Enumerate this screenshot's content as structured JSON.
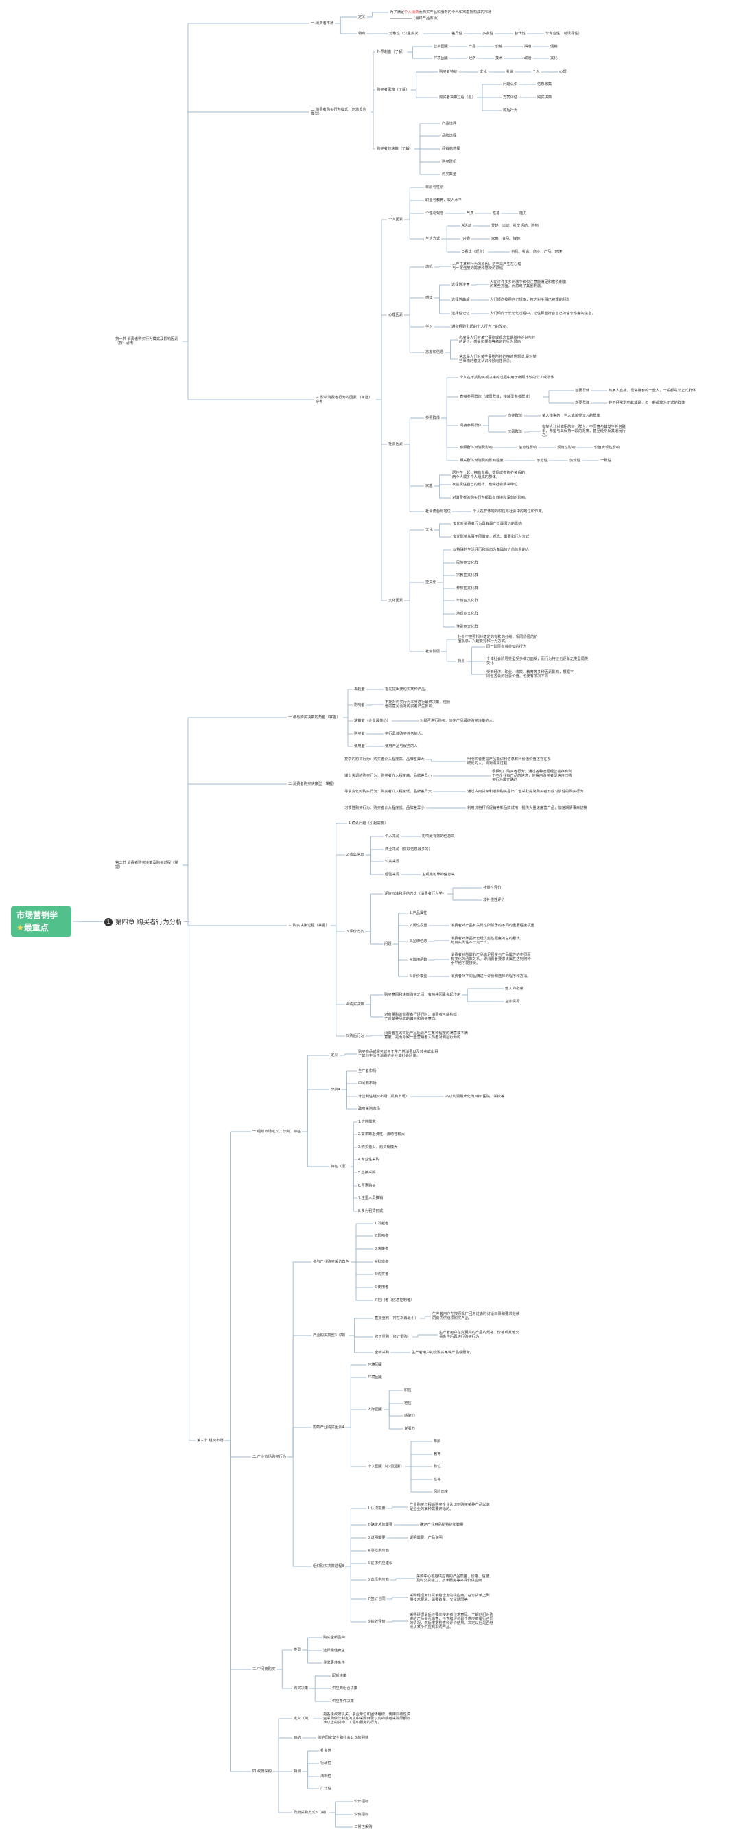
{
  "root": {
    "line1": "市场营销学",
    "line2": "最重点",
    "star_icon": "star-icon"
  },
  "chapter": {
    "num": "1",
    "label": "第四章 购买者行为分析"
  },
  "colors": {
    "root": "#52c08a",
    "lines": "#9fb8cf",
    "highlight": "#e53935"
  },
  "nodes": {
    "s1": "第一节 消费者购买行为模式及影响因素（按）必考",
    "s1a": "一.消费者市场",
    "s1a1": "定义",
    "s1a1t_pre": "为了满足",
    "s1a1t_hl": "个人消费",
    "s1a1t_post": "而购买产品和服务的个人和家庭所构成的市场",
    "s1a1t2": "——————（最终产品市场）",
    "s1a2": "特点",
    "s1a2a": "分散性（少量多次）",
    "s1a2b": "差异性",
    "s1a2c": "多变性",
    "s1a2d": "替代性",
    "s1a2e": "非专业性（可诱导性）",
    "s1b": "二.消费者购买行为模式（刺激反应模型）",
    "s1b1": "外界刺激（了解）",
    "s1b1a": "营销因素",
    "s1b1a1": "产品",
    "s1b1a2": "价格",
    "s1b1a3": "渠道",
    "s1b1a4": "促销",
    "s1b1b": "环境因素",
    "s1b1b1": "经济",
    "s1b1b2": "技术",
    "s1b1b3": "政治",
    "s1b1b4": "文化",
    "s1b2": "购买者黑箱（了解）",
    "s1b2a": "购买者特征",
    "s1b2a1": "文化",
    "s1b2a2": "社会",
    "s1b2a3": "个人",
    "s1b2a4": "心理",
    "s1b2b": "购买者决策过程（很）",
    "s1b2b1": "问题认识",
    "s1b2b2": "信息收集",
    "s1b2b3": "方案评估",
    "s1b2b4": "购买决策",
    "s1b2b5": "购后行为",
    "s1b3": "购买者的决策（了解）",
    "s1b3a": "产品选择",
    "s1b3b": "品牌选择",
    "s1b3c": "经销商选择",
    "s1b3d": "购买时机",
    "s1b3e": "购买数量",
    "s1c": "三.影响消费者行为的因素 （单选）必考",
    "p1": "个人因素",
    "p1a": "年龄与性别",
    "p1b": "职业与教育、收入水平",
    "p1c": "个性与观念",
    "p1c1": "气质",
    "p1c2": "性格",
    "p1c3": "能力",
    "p1d": "生活方式",
    "p1d1": "A活动",
    "p1d1t": "爱好、运动、社交活动、购物",
    "p1d2": "I兴趣",
    "p1d2t": "家庭、食品、媒体",
    "p1d3": "O看法（观点）",
    "p1d3t": "自我、社会、商业、产品、环境",
    "p2": "心理因素",
    "p2a": "动机",
    "p2at": "人产生某种行为的原因。这些是产生在心理与一定强度的需要和感受的欲结",
    "p2b": "感知",
    "p2b1": "选择性注意",
    "p2b1t": "人在许许多多刺激中仅仅注意能满足和愉悦刺激的某些方面，而忽略了其他刺激。",
    "p2b2": "选择性曲解",
    "p2b2t": "人们倾向按照自己想象，按之对手段已被理的倾向",
    "p2b3": "选择性记忆",
    "p2b3t": "人们倾向于长记忆过程中，记住那些符合自己的信念态度的信息。",
    "p2c": "学习",
    "p2ct": "通指经验引起的个人行为上的改变。",
    "p2d": "态度和信念",
    "p2d1": "态度是人们对某个事物或观念长期所持的好与坏的评价、感受和倾向等稳定的行为倾向",
    "p2d2": "信念是人们对某些事物所持的描述性想法,是对某些事物的稳定认识和倾向性评价。",
    "p3": "社会因素",
    "p3a": "参照群体",
    "p3a0": "个人在形成购买或决策的过程中用于参照比较的个人或群体",
    "p3a1": "直接参照群体（成员群体，接触型参考群体）",
    "p3a1a": "首要群体",
    "p3a1at": "与某人直接、经常接触的一些人，一般都是非正式群体",
    "p3a1b": "次要群体",
    "p3a1bt": "并不经常影响其或是，但一般都较为正式的群体",
    "p3a2": "间接参照群体",
    "p3a2a": "向往群体",
    "p3a2at": "某人推崇的一些人或希望加入的群体",
    "p3a2b": "厌恶群体",
    "p3a2bt": "指某人让对或拒的好一群人，不愿意与其发生任何联系，希望与其保持一段的距离，甚至经常反其道而行之。",
    "p3a3": "参照群体对消费影响",
    "p3a3a": "信息性影响",
    "p3a3b": "规范性影响",
    "p3a3c": "价值表现性影响",
    "p3a4": "相关群体对消费的影响程度",
    "p3a4a": "示范性",
    "p3a4b": "仿效性",
    "p3a4c": "一致性",
    "p3b": "家庭",
    "p3b1": "居住在一起，拥有血缘、婚姻或者抚养关系的两个人或多个人组成的群体。",
    "p3b2": "家庭责任自己的模样，也受社会期来带位",
    "p3b3": "对消费者的购买行为都具有直接和深刻的影响。",
    "p3c": "社会角色与地位",
    "p3ct": "个人在群体地的职位与社会中的地位和作用。",
    "p4": "文化因素",
    "p4a": "文化",
    "p4a1": "文化对消费者行为具有最广泛最深远的影响",
    "p4a2": "文化影响从事不同做面、观念、需要和行为方式",
    "p4b": "亚文化",
    "p4b0": "以特殊的生活经历和状态为基础的价值体系的人",
    "p4b1": "民族亚文化群",
    "p4b2": "宗教亚文化群",
    "p4b3": "种族亚文化群",
    "p4b4": "年龄亚文化群",
    "p4b5": "地理亚文化群",
    "p4b6": "性别亚文化群",
    "p4c": "社会阶层",
    "p4c0": "社会中按照相对稳定的有秩的分级，相同阶层的价值观念，兴趣爱好和行为方式。",
    "p4c1": "特点",
    "p4c1a": "同一阶层有着类似的行为",
    "p4c1b": "个体社会阶层类型受多维方面受，而行为特征也逐渐之类型局类变化",
    "p4c1c": "受到经济、职业、收效、教育等多种因素影响，根据不同但各会的社会价值，也要有依次不同",
    "s2": "第二节 消费者购买决策及购买过程（掌握）",
    "s2a": "一.参与购买决策的角色（掌握）",
    "s2a1": "发起者",
    "s2a1t": "首先提出要购买某种产品。",
    "s2a2": "影响者",
    "s2a2t": "不能对购买行为本身进行最终决策，但就他的意见会对购买者产生影响。",
    "s2a3": "决策者（企业最关心）",
    "s2a3t": "对是否进行购买、决定产品最终购买决策的人。",
    "s2a4": "购买者",
    "s2a4t": "执行具体购买任务的人。",
    "s2a5": "使用者",
    "s2a5t": "使用产品与服务的人",
    "s2b": "二.消费者购买决策型（掌握）",
    "s2b1": "复杂的购买行为：购买者介入程度高、品牌差异大",
    "s2b1t": "明明买者要提产品能识利信息有利价值价值还存在系统论的人，则对购买过程",
    "s2b2": "减少失调的购买行为：购买者介入程度高、品牌差异小",
    "s2b2t": "很相似厂购买者行为；通过各种途径经营能存有利于不企业有产品的信息，使得用购买者坚信自己购买行为需正确的",
    "s2b3": "寻求变化的购买行为：购买者介入程度低、品牌差异大",
    "s2b3t": "通过占用货架和道聊购买品出广告采取提简购买者形成习惯性的购买行为",
    "s2b4": "习惯性购买行为：购买者介入程度低、品牌差异小",
    "s2b4t": "利用价格打折促销等新品牌试用，提供大量速度营产品，加速期情事来切换",
    "s2c": "三.购买决策过程（掌握）",
    "s2c1": "1.确认问题（引起需要）",
    "s2c2": "2.收集信息",
    "s2c2a": "个人来源",
    "s2c2at": "影响最有效的信息来",
    "s2c2b": "商业来源（获取信息最多的）",
    "s2c2c": "公共来源",
    "s2c2d": "经验来源",
    "s2c2dt": "主观最可靠的信息来",
    "s2c3": "3.评价方案",
    "s2c3a": "评估标准和评估方法（消费者行为学）",
    "s2c3a1": "补偿性评价",
    "s2c3a2": "非补偿性评价",
    "s2c3b": "问题",
    "s2c3b1": "1.产品属性",
    "s2c3b2": "2.属性权重",
    "s2c3b2t": "消费者对产品有关属性所赋予的不同的重要程度权重",
    "s2c3b3": "3.品牌信念",
    "s2c3b3t": "消费者对某品牌已经优劣性程度的总的看法。与真实属性不一定一样。",
    "s2c3b4": "4.效用函数",
    "s2c3b4t": "消费者对所需的产品满足程度与产品属性的不同而有变化的函数关系。即消费者要求该属性达到何种水平他才能接受。",
    "s2c3b5": "5.评价模型",
    "s2c3b5t": "消费者对不同品牌进行评价和选择的程序和方法。",
    "s2c4": "4.购买决策",
    "s2c4a": "购买意图和决策购买之间，有两种因素会起作用",
    "s2c4a1": "他人的态度",
    "s2c4a2": "意外情况",
    "s2c4b": "对商量购的消费者行评行时，消费者可能构成了对某种品牌的偏好和购买意向。",
    "s2c5": "5.购后行为",
    "s2c5t": "消费者在购买后产品后会产生某种程度的满意或不满意度，是而导致一些营销者人员者对购后行为的",
    "s3": "第三节 组织市场",
    "s3a": "一.组织市场定义、分类、特征",
    "s3a1": "定义",
    "s3a1t": "购买商品或服务以用于生产性消费以及转卖或出租于其他生活性消费的企业或社会团体。",
    "s3a2": "分类4",
    "s3a2a": "生产者市场",
    "s3a2b": "中间商市场",
    "s3a2c": "非营利性组织市场（机构市场）",
    "s3a2ct": "不以利润最大化为目标 医院、学校等",
    "s3a2d": "政府采购市场",
    "s3a3": "特征（很）",
    "s3a3a": "1.仿冲需求",
    "s3a3b": "2.需求缺乏弹性，波动性较大",
    "s3a3c": "3.购买者少，购买规模大",
    "s3a3d": "4.专业性采购",
    "s3a3e": "5.直接采购",
    "s3a3f": "6.互惠购买",
    "s3a3g": "7.注重人员推销",
    "s3a3h": "8.多为租赁形式",
    "s3b": "二.产业市场购买行为",
    "s3b1": "参与产业购买采访角色",
    "s3b1a": "1.发起者",
    "s3b1b": "2.影响者",
    "s3b1c": "3.决策者",
    "s3b1d": "4.批准者",
    "s3b1e": "5.购买者",
    "s3b1f": "6.使用者",
    "s3b1g": "7.把门者（信息控制者）",
    "s3b2": "产业购买类型3（简）",
    "s3b2a": "直接重购（常在次再最小）",
    "s3b2at": "生产者用户在按原现厂回用过去时订适目录和要求继续的费先供组项购买产品",
    "s3b2b": "修正重购（修订重购）",
    "s3b2bt": "生产者用户在变更内的产品的规格、价格或其他交易条件后再进行购买行为",
    "s3b2c": "全新采购",
    "s3b2ct": "生产者用户初次购买某种产品或服务。",
    "s3b3": "影响产业购买因素4",
    "s3b3a": "环境因素",
    "s3b3b": "环境因素",
    "s3b3c": "人际因素",
    "s3b3c1": "职位",
    "s3b3c2": "地位",
    "s3b3c3": "感染力",
    "s3b3c4": "说服力",
    "s3b3d": "个人因素（心理因素）",
    "s3b3d1": "年龄",
    "s3b3d2": "教育",
    "s3b3d3": "职位",
    "s3b3d4": "性格",
    "s3b3d5": "风险态度",
    "s3b4": "组织购买决策过程8",
    "s3b4a": "1.认识需要",
    "s3b4at": "产业购买过程始购买企业认识到购买某种产品以满足企业的某种需要开始的。",
    "s3b4b": "2.确定总体需要",
    "s3b4bt": "确定产业用品所特征和数量",
    "s3b4c": "3.说明需要",
    "s3b4ct": "说明需要、产品说明",
    "s3b4d": "4.寻找供应商",
    "s3b4e": "5.征求供应建议",
    "s3b4f": "6.选择供应商",
    "s3b4ft": "采购中心根据供应商的产品质量、价格、信誉、及时交货能力、技术服务等来评价供应商",
    "s3b4g": "7.签订合同",
    "s3b4gt": "采购经理用订货单给选定的供应商，在订货单上列明技术要求、需要数量、交货期限等",
    "s3b4h": "8.绩效评价",
    "s3b4ht": "采购经理最后还要向使用者征求意见，了解他们对购进的产品是否满意，检查和评价是个供应商履行合同的情况，然后根据检查和评价结果，决定以后是否继续从某个供应商采购产品。",
    "s3c": "三.中间商购买",
    "s3c1": "类型",
    "s3c1a": "购买全新品种",
    "s3c1b": "选择最佳卖主",
    "s3c1c": "寻求更佳条件",
    "s3c2": "购买决策",
    "s3c2a": "配货决策",
    "s3c2b": "供应商组合决策",
    "s3c2c": "供应条件决策",
    "s3d": "四.政府采购",
    "s3d1": "定义（简）",
    "s3d1t": "指各级政府机关、事业单位和团体组织，使用财政性资金采购依法制定的集中采购目录以内的或者采购限额标准以上的货物、工程和服务的行为。",
    "s3d2": "目的",
    "s3d2t": "维护国家安全和社会公众的利益",
    "s3d3": "特点",
    "s3d3a": "社会性",
    "s3d3b": "行政性",
    "s3d3c": "法制性",
    "s3d3d": "广泛性",
    "s3d4": "政府采购方式3（简）",
    "s3d4a": "公开招标",
    "s3d4b": "议价招标",
    "s3d4c": "日常性采购"
  }
}
